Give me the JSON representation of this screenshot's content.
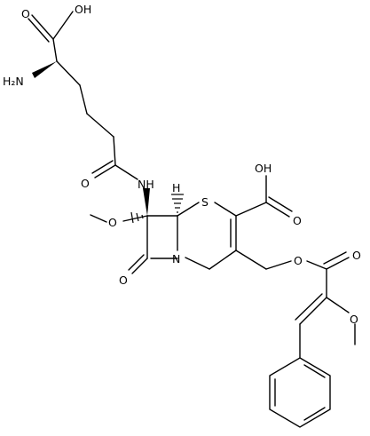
{
  "labels": {
    "oh_top": "OH",
    "h2n": "H₂N",
    "o_amide": "O",
    "nh": "NH",
    "h_stereo": "H",
    "s": "S",
    "oh_acid": "OH",
    "o_acid": "O",
    "o_methoxy_a": "O",
    "o_lactam": "O",
    "n_ring": "N",
    "o_ester": "O",
    "o_ester_carbonyl": "O",
    "o_methoxy_b": "O",
    "o_top_carbonyl": "O"
  },
  "colors": {
    "ink": "#000000",
    "background": "#ffffff"
  }
}
